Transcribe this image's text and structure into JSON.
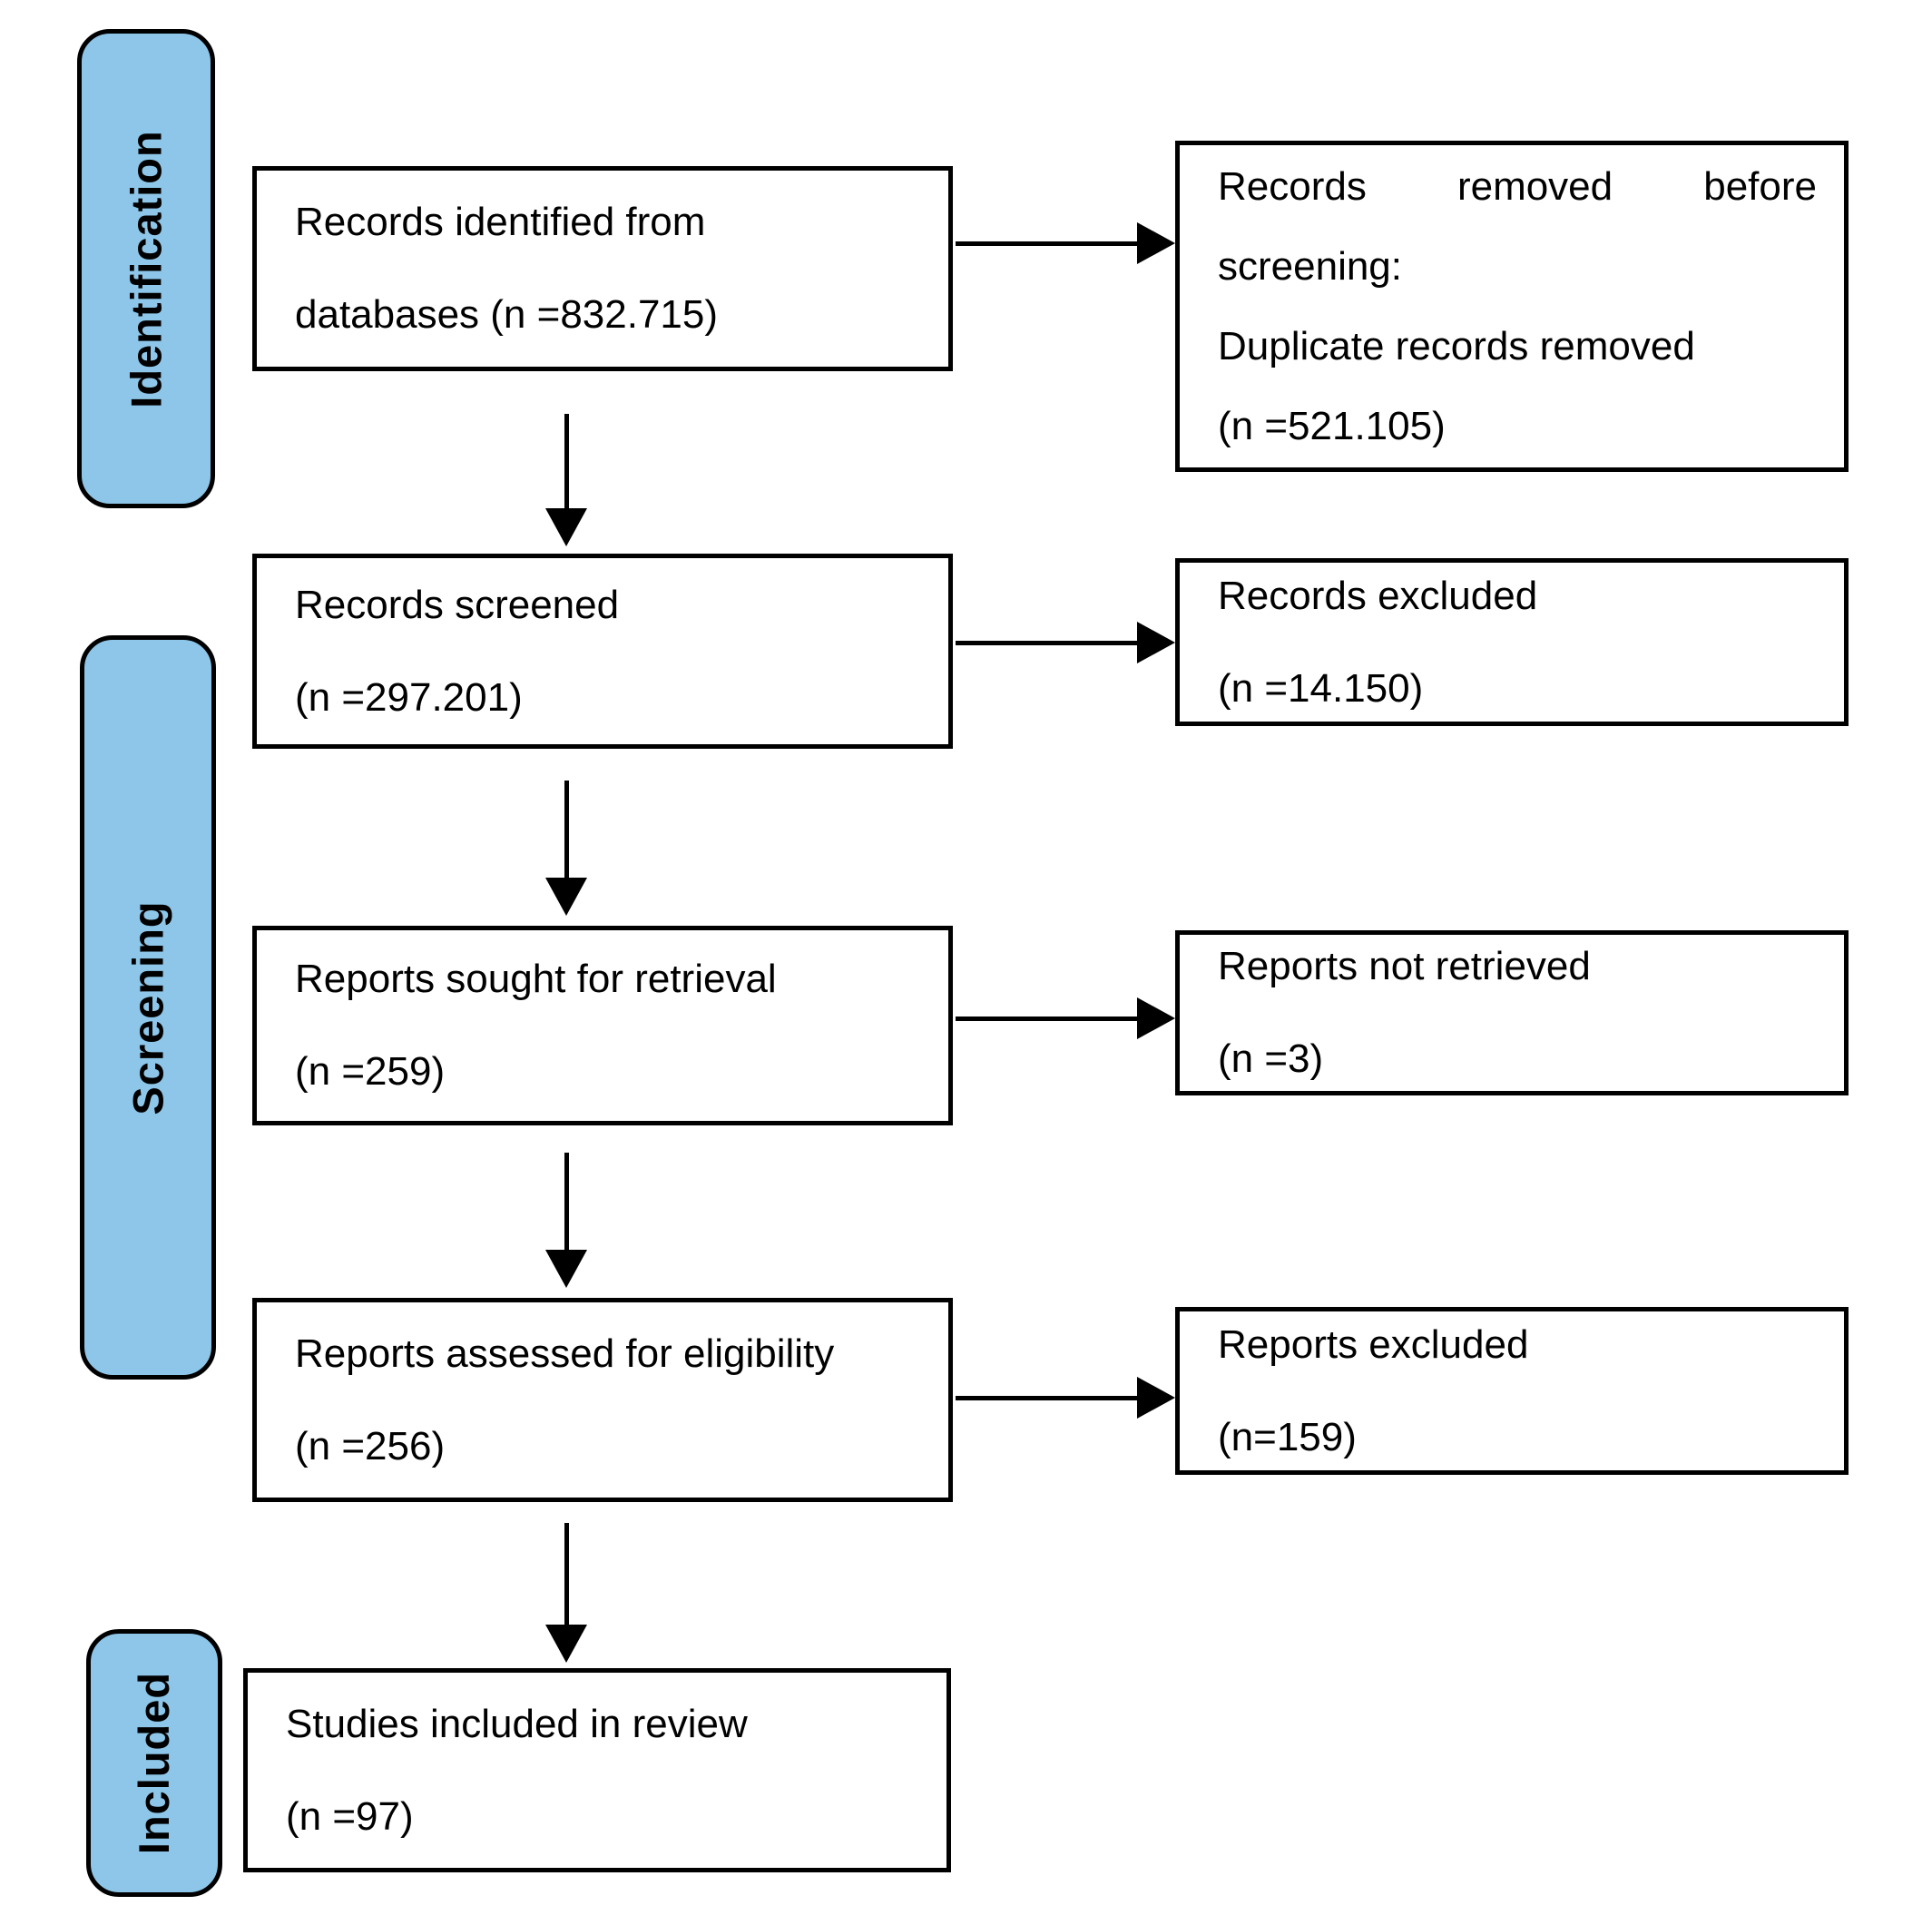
{
  "stages": [
    {
      "id": "identification",
      "label": "Identification"
    },
    {
      "id": "screening",
      "label": "Screening"
    },
    {
      "id": "included",
      "label": "Included"
    }
  ],
  "boxes": {
    "identified": {
      "lines": [
        "Records identified from",
        "databases (n =832.715)"
      ]
    },
    "removed_before_screening": {
      "lines": [
        "Records removed before",
        "screening:",
        "Duplicate records removed",
        "(n =521.105)"
      ]
    },
    "screened": {
      "lines": [
        "Records screened",
        "(n =297.201)"
      ]
    },
    "records_excluded": {
      "lines": [
        "Records excluded",
        "(n =14.150)"
      ]
    },
    "reports_sought": {
      "lines": [
        "Reports sought for retrieval",
        "(n =259)"
      ]
    },
    "reports_not_retrieved": {
      "lines": [
        "Reports not retrieved",
        "(n =3)"
      ]
    },
    "reports_assessed": {
      "lines": [
        "Reports assessed for eligibility",
        "(n =256)"
      ]
    },
    "reports_excluded": {
      "lines": [
        "Reports excluded",
        "(n=159)"
      ]
    },
    "studies_included": {
      "lines": [
        "Studies included in review",
        "(n =97)"
      ]
    }
  },
  "colors": {
    "stage_fill": "#8DC6E8",
    "border": "#000000",
    "box_fill": "#FFFFFF",
    "text": "#000000"
  }
}
